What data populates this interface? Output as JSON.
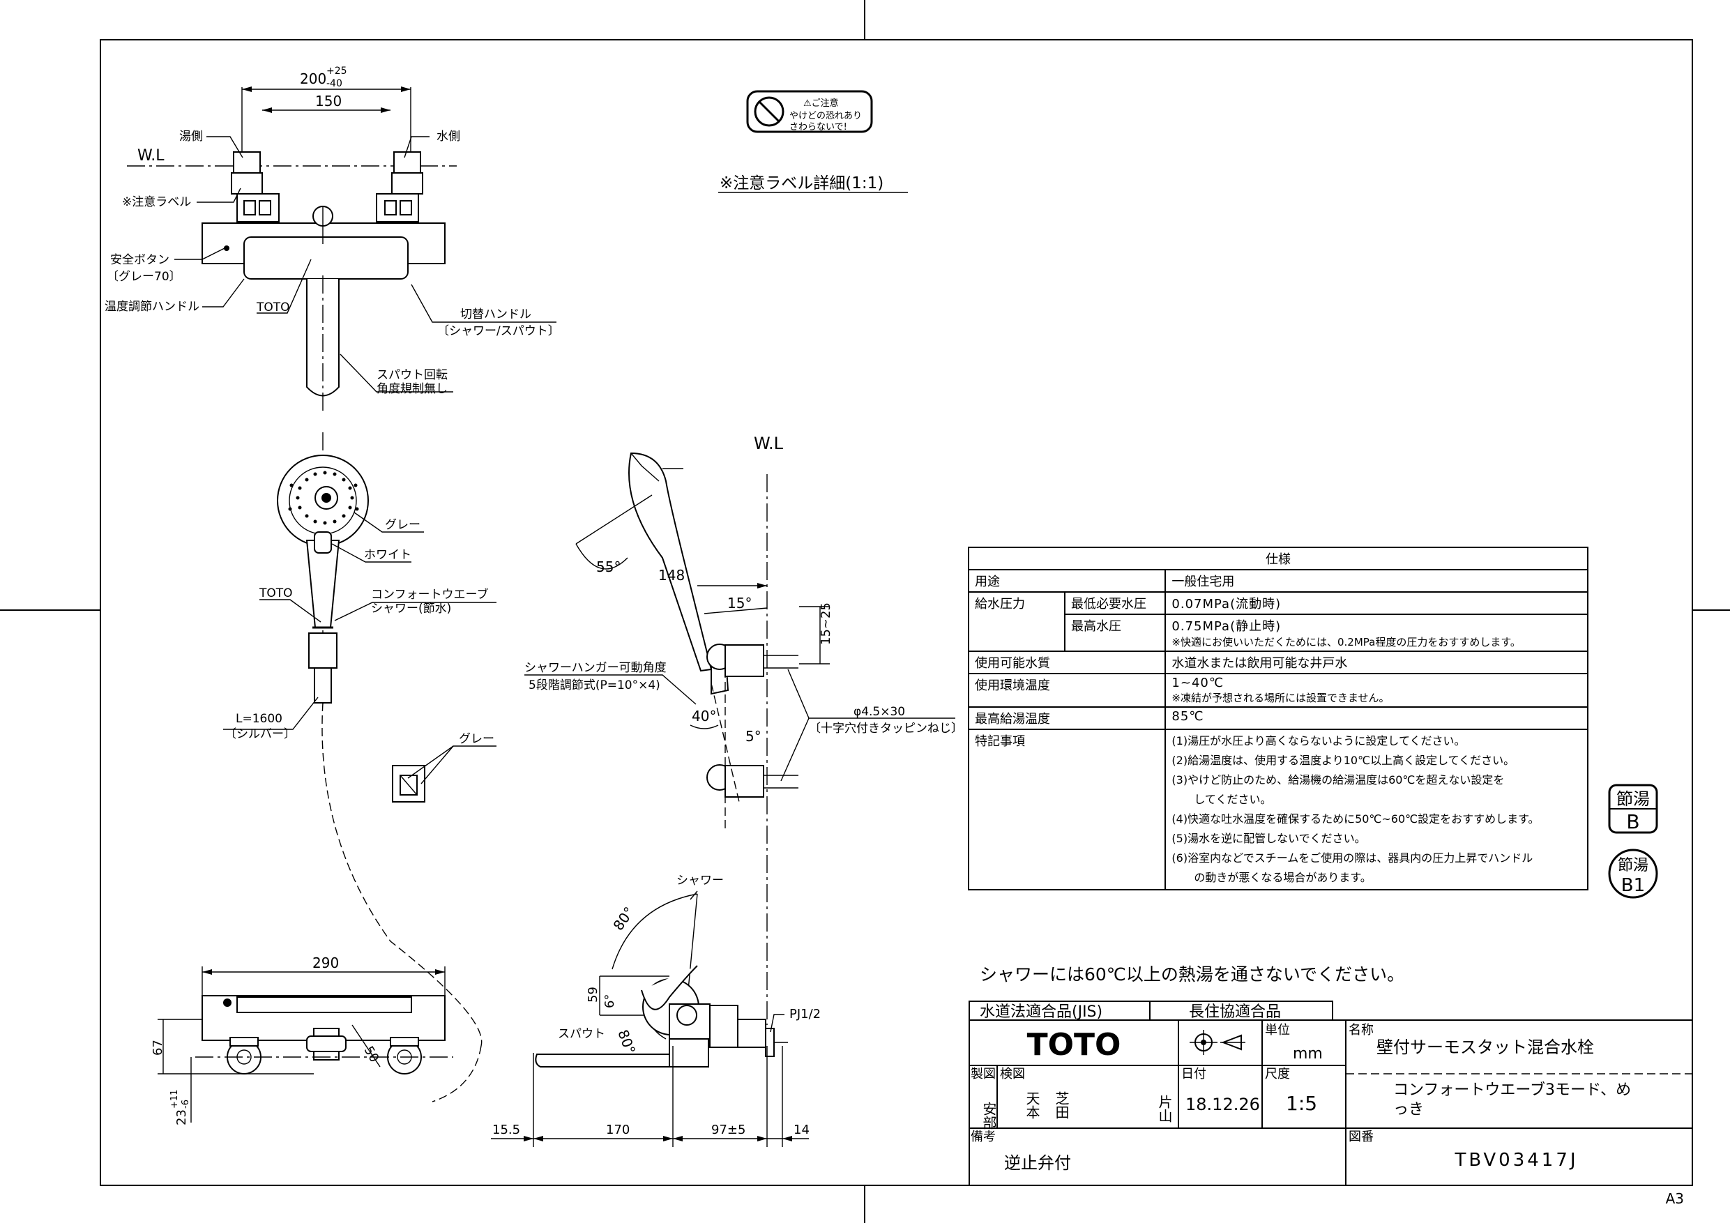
{
  "page": {
    "sheet_size": "A3"
  },
  "top_view": {
    "dim_200": "200",
    "dim_200_tol_plus": "+25",
    "dim_200_tol_minus": "-40",
    "dim_150": "150",
    "wl": "W.L",
    "hot_side": "湯側",
    "cold_side": "水側",
    "caution_label": "※注意ラベル",
    "safety_button": "安全ボタン",
    "safety_button_color": "〔グレー70〕",
    "temp_handle": "温度調節ハンドル",
    "brand": "TOTO",
    "switch_handle": "切替ハンドル",
    "switch_handle_sub": "〔シャワー/スパウト〕",
    "spout_rotation": "スパウト回転",
    "spout_rotation_sub": "角度規制無し"
  },
  "caution_label": {
    "title": "⚠ご注意",
    "line1": "やけどの恐れあり",
    "line2": "さわらないで!",
    "detail_caption": "※注意ラベル詳細(1:1)"
  },
  "shower_head": {
    "gray": "グレー",
    "white": "ホワイト",
    "brand": "TOTO",
    "model": "コンフォートウエーブ",
    "model_sub": "シャワー(節水)",
    "hose_length": "L=1600",
    "hose_color": "〔シルバー〕",
    "hanger_color": "グレー"
  },
  "side_view": {
    "wl": "W.L",
    "angle_55": "55°",
    "dim_148": "148",
    "angle_15": "15°",
    "dim_15_25": "15~25",
    "hanger_angle": "シャワーハンガー可動角度",
    "hanger_steps": "5段階調節式(P=10°×4)",
    "angle_40": "40°",
    "angle_5": "5°",
    "screw": "φ4.5×30",
    "screw_sub": "〔十字穴付きタッピンねじ〕"
  },
  "front_view": {
    "dim_290": "290",
    "dim_67": "67",
    "dim_23": "23",
    "dim_23_tol_plus": "+11",
    "dim_23_tol_minus": "-6",
    "dim_50": "50"
  },
  "spout_view": {
    "shower": "シャワー",
    "spout": "スパウト",
    "angle_80a": "80°",
    "angle_80b": "80°",
    "angle_6": "6°",
    "dim_59": "59",
    "pj": "PJ1/2",
    "dim_15_5": "15.5",
    "dim_170": "170",
    "dim_97": "97±5",
    "dim_14": "14"
  },
  "spec": {
    "title": "仕様",
    "rows": [
      {
        "label": "用途",
        "sub": "",
        "value": "一般住宅用"
      },
      {
        "label": "給水圧力",
        "sub": "最低必要水圧",
        "value": "0.07MPa(流動時)"
      },
      {
        "label": "",
        "sub": "最高水圧",
        "value": "0.75MPa(静止時)",
        "note": "※快適にお使いいただくためには、0.2MPa程度の圧力をおすすめします。"
      },
      {
        "label": "使用可能水質",
        "sub": "",
        "value": "水道水または飲用可能な井戸水"
      },
      {
        "label": "使用環境温度",
        "sub": "",
        "value": "1~40℃",
        "note": "※凍結が予想される場所には設置できません。"
      },
      {
        "label": "最高給湯温度",
        "sub": "",
        "value": "85℃"
      }
    ],
    "notes_label": "特記事項",
    "notes": [
      "(1)湯圧が水圧より高くならないように設定してください。",
      "(2)給湯温度は、使用する温度より10℃以上高く設定してください。",
      "(3)やけど防止のため、給湯機の給湯温度は60℃を超えない設定を",
      "　　してください。",
      "(4)快適な吐水温度を確保するために50℃~60℃設定をおすすめします。",
      "(5)湯水を逆に配管しないでください。",
      "(6)浴室内などでスチームをご使用の際は、器具内の圧力上昇でハンドル",
      "　　の動きが悪くなる場合があります。"
    ]
  },
  "badges": {
    "b1_top": "節湯",
    "b1_bottom": "B",
    "b2_top": "節湯",
    "b2_bottom": "B1"
  },
  "warning": "シャワーには60℃以上の熱湯を通さないでください。",
  "title_block": {
    "jis": "水道法適合品(JIS)",
    "durable": "長住協適合品",
    "logo": "TOTO",
    "unit_label": "単位",
    "unit": "mm",
    "name_label": "名称",
    "name": "壁付サーモスタット混合水栓",
    "drawn_label": "製図",
    "drawn_by": "安部",
    "checked_label": "検図",
    "checked_by_1": "天本",
    "checked_by_2": "芝田",
    "approved_by": "片山",
    "date_label": "日付",
    "date": "18.12.26",
    "scale_label": "尺度",
    "scale": "1:5",
    "subtitle_line1": "コンフォートウエーブ3モード、め",
    "subtitle_line2": "っき",
    "remarks_label": "備考",
    "remarks": "逆止弁付",
    "drawing_no_label": "図番",
    "drawing_no": "TBV03417J"
  }
}
